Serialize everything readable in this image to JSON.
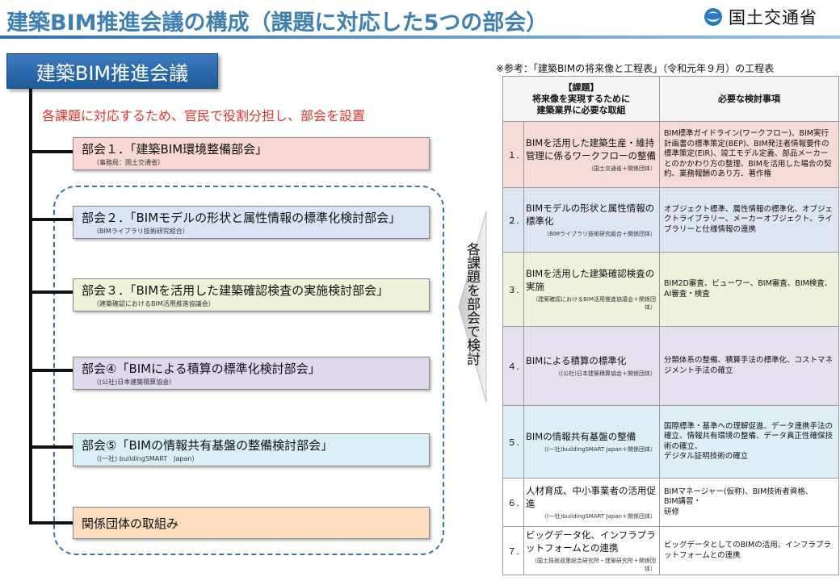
{
  "header": {
    "title": "建築BIM推進会議の構成（課題に対応した5つの部会）",
    "logo_text": "国土交通省",
    "logo_icon": "mlit-logo-icon"
  },
  "council": {
    "name": "建築BIM推進会議",
    "description": "各課題に対応するため、官民で役割分担し、部会を設置"
  },
  "subcommittees": [
    {
      "name": "部会１．「建築BIM環境整備部会」",
      "note": "（事務局：国土交通省）",
      "color": "#f7d6d4"
    },
    {
      "name": "部会２．「BIMモデルの形状と属性情報の標準化検討部会」",
      "note": "（BIMライブラリ技術研究組合）",
      "color": "#dbe4f4"
    },
    {
      "name": "部会３．「BIMを活用した建築確認検査の実施検討部会」",
      "note": "（建築確認におけるBIM活用推進協議会）",
      "color": "#ecf3d8"
    },
    {
      "name": "部会④「BIMによる積算の標準化検討部会」",
      "note": "（(公社)日本建築積算協会）",
      "color": "#e1d8ee"
    },
    {
      "name": "部会⑤「BIMの情報共有基盤の整備検討部会」",
      "note": "（(一社) buildingSMART　Japan）",
      "color": "#daeef6"
    },
    {
      "name": "関係団体の取組み",
      "note": "",
      "color": "#fbdcc0"
    }
  ],
  "arrow_label": "各課題を部会で検討",
  "reference": {
    "note": "※参考：「建築BIMの将来像と工程表」（令和元年９月）の工程表",
    "header_issue": [
      "【課題】",
      "将来像を実現するために",
      "建築業界に必要な取組"
    ],
    "header_items": "必要な検討事項",
    "rows": [
      {
        "num": "１.",
        "issue": "BIMを活用した建築生産・維持管理に係るワークフローの整備",
        "note": "（国土交通省＋関係団体）",
        "items": [
          "BIM標準ガイドライン(ワークフロー)、BIM実行計画書の標準策定(BEP)、BIM発注者情報要件の標準策定(EIR)、竣工モデル定義、部品メーカーとのかかわり方の整理、BIMを活用した場合の契約、業務報酬のあり方、著作権"
        ],
        "color": "#f6dad8"
      },
      {
        "num": "２.",
        "issue": "BIMモデルの形状と属性情報の標準化",
        "note": "（BIMライブラリ技術研究組合＋関係団体）",
        "items": [
          "オブジェクト標準、属性情報の標準化、オブジェクトライブラリー、メーカーオブジェクト、ライブラリーと仕様情報の連携"
        ],
        "color": "#dee5f1"
      },
      {
        "num": "３.",
        "issue": "BIMを活用した建築確認検査の実施",
        "note": "（建築確認におけるBIM活用推進協議会＋関係団体）",
        "items": [
          "BIM2D審査、ビューワー、BIM審査、BIM検査、AI審査・検査"
        ],
        "color": "#edf2dc"
      },
      {
        "num": "４.",
        "issue": "BIMによる積算の標準化",
        "note": "（(公社)日本建築積算協会＋関係団体）",
        "items": [
          "分類体系の整備、積算手法の標準化、コストマネジメント手法の確立"
        ],
        "color": "#e6e0ee"
      },
      {
        "num": "５.",
        "issue": "BIMの情報共有基盤の整備",
        "note": "（(一社)buildingSMART Japan＋関係団体）",
        "items": [
          "国際標準・基準への理解促進、データ連携手法の確立、情報共有環境の整備、データ真正性確保技術の確立、",
          "デジタル証明技術の確立"
        ],
        "color": "#ddeef5"
      },
      {
        "num": "６.",
        "issue": "人材育成、中小事業者の活用促進",
        "note": "（(一社)buildingSMART Japan＋関係団体）",
        "items": [
          "BIMマネージャー(仮称)、BIM技術者資格、",
          "BIM講習・",
          "研修"
        ],
        "color": "#ffffff"
      },
      {
        "num": "７.",
        "issue": "ビッグデータ化、インフラプラットフォームとの連携",
        "note": "（国土技術政策総合研究所・建築研究所＋関係団体）",
        "items": [
          "ビッグデータとしてのBIMの活用、インフラプラットフォームとの連携"
        ],
        "color": "#ffffff"
      }
    ]
  }
}
